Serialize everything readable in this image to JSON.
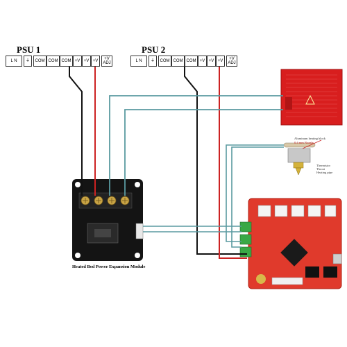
{
  "psu1": {
    "title": "PSU 1",
    "terminals": [
      "L N",
      "⏚",
      "COM",
      "COM",
      "COM",
      "+V",
      "+V",
      "+V",
      "+V ADJ"
    ]
  },
  "psu2": {
    "title": "PSU 2",
    "terminals": [
      "L N",
      "⏚",
      "COM",
      "COM",
      "COM",
      "+V",
      "+V",
      "+V",
      "+V ADJ"
    ]
  },
  "module": {
    "caption": "Heated Bed Power Expansion Module"
  },
  "hotend": {
    "label_block": "Aluminum heating block",
    "label_nozzle": "0.4 mm Nozzle",
    "label_thermistor": "Thermistor",
    "label_throat": "Throat",
    "label_pipe": "Heating pipe"
  },
  "colors": {
    "black_wire": "#111111",
    "red_wire": "#cc2222",
    "teal_wire": "#5a9aa0",
    "heatbed": "#d81e1e",
    "board": "#e03a2c",
    "module": "#141414"
  }
}
